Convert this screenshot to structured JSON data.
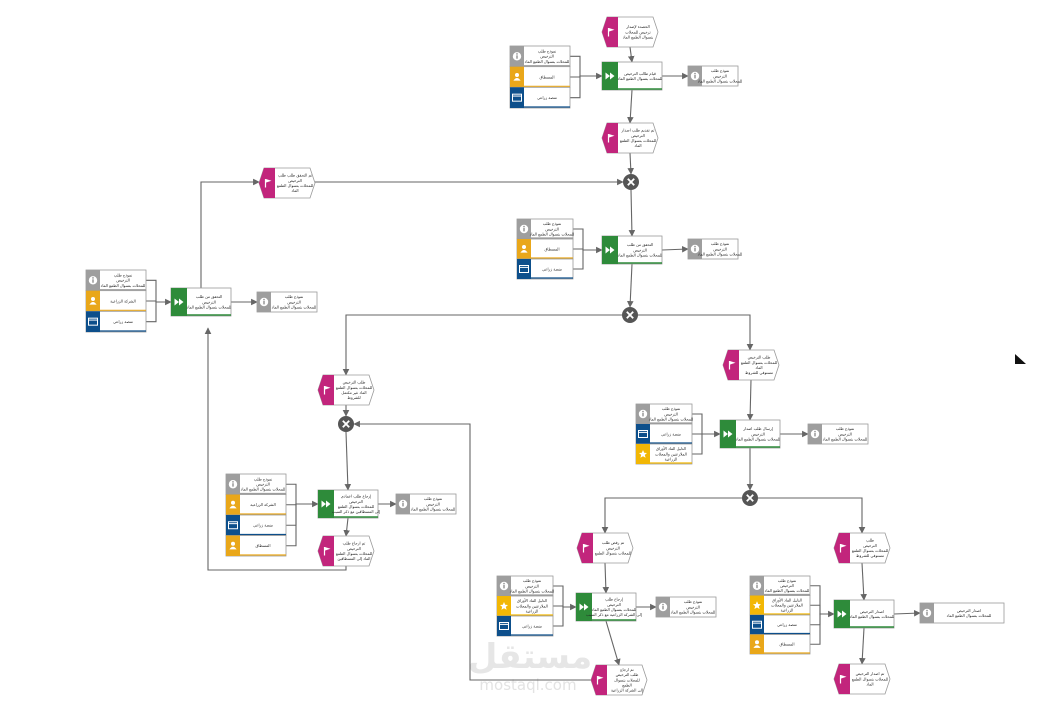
{
  "colors": {
    "event": "#c2257c",
    "function": "#2e8b3a",
    "info": "#9e9e9e",
    "org": "#e9a71a",
    "system": "#0d4f8b",
    "product": "#f2b705",
    "connector": "#555555",
    "line": "#666666"
  },
  "icons": {
    "event": "flag-icon",
    "function": "fast-forward-icon",
    "info": "info-icon",
    "org": "person-icon",
    "system": "window-icon",
    "product": "star-icon",
    "xor": "close-icon"
  },
  "watermark": {
    "brand": "مستقل",
    "site": "mostaql.com"
  },
  "functions": [
    {
      "label": [
        "قيام طالب الترخيص",
        "للمحلات بتسوال الطمع الماد"
      ]
    },
    {
      "label": [
        "التحقق من طلب",
        "الترخيص",
        "للمحلات بتسوال الطمع الماد"
      ]
    },
    {
      "label": [
        "التحقق من طلب",
        "الترخيص",
        "للمحلات بتسوال الطمع الماد"
      ]
    },
    {
      "label": [
        "إرسال طلب اصدار",
        "الترخيص",
        "للمحلات بتسوال الطمع الماد"
      ]
    },
    {
      "label": [
        "إرجاع طلب اعمادي",
        "الترخيص",
        "للمحلات بتسوال الطمع",
        "إلى المسطاقين مع ذكر السبب"
      ]
    },
    {
      "label": [
        "إرجاع طلب",
        "الترخيص",
        "للمحلات بتسوال الطمع الماد",
        "إلى الشركة الزراعية مع ذكر السبب"
      ]
    },
    {
      "label": [
        "اصدار الترخيص",
        "للمحلات بتسوال الطمع الماد"
      ]
    }
  ],
  "events": [
    {
      "label": [
        "الحصدة لإصدار",
        "ترخيص للمحلات",
        "بتسوال الطمع الماد"
      ]
    },
    {
      "label": [
        "تم تقديم طلب اصدار",
        "الترخيص",
        "للمحلات بتسوال الطمع",
        "الماد"
      ]
    },
    {
      "label": [
        "تم التحقق طلب طلب",
        "الترخيص",
        "للمحلات بتسوال الطمع",
        "الماد"
      ]
    },
    {
      "label": [
        "طلب الترخيص",
        "للمحلات بتسوال الطمع",
        "الماد غير مكتمل",
        "للشروط"
      ]
    },
    {
      "label": [
        "طلب الترخيص",
        "للمحلات بتسوال الطمع",
        "الماد",
        "مستوفي للشروط"
      ]
    },
    {
      "label": [
        "تم ارجاع طلب",
        "الترخيص",
        "للمحلات بتسوال الطمع",
        "الماد إلى المسطاقين"
      ]
    },
    {
      "label": [
        "تم رفض طلب",
        "الترخيص",
        "للمحلات بتسوال الطمع"
      ]
    },
    {
      "label": [
        "طلب",
        "الترخيص",
        "للمحلات بتسوال الطمع",
        "مستوفي للشروط"
      ]
    },
    {
      "label": [
        "تم ارجاع",
        "طلب الترخيص",
        "للمحلات بتسوال",
        "الطمع",
        "إلى الشركة الزراعية"
      ]
    },
    {
      "label": [
        "تم اصدار الترخيص",
        "للمحلات بتسوال الطمع",
        "الماد"
      ]
    }
  ],
  "outputs": [
    {
      "label": [
        "نموذج طلب",
        "الترخيص",
        "للمحلات بتسوال الطمع الماد"
      ]
    },
    {
      "label": [
        "نموذج طلب",
        "الترخيص",
        "للمحلات بتسوال الطمع الماد"
      ]
    },
    {
      "label": [
        "نموذج طلب",
        "الترخيص",
        "للمحلات بتسوال الطمع الماد"
      ]
    },
    {
      "label": [
        "نموذج طلب",
        "الترخيص",
        "للمحلات بتسوال الطمع الماد"
      ]
    },
    {
      "label": [
        "نموذج طلب",
        "الترخيص",
        "للمحلات بتسوال الطمع الماد"
      ]
    },
    {
      "label": [
        "نموذج طلب",
        "الترخيص",
        "للمحلات بتسوال الطمع الماد"
      ]
    },
    {
      "label": [
        "اصدار الترخيص",
        "للمحلات بتسوال الطمع الماد"
      ]
    }
  ],
  "resource_groups": [
    {
      "items": [
        {
          "kind": "info",
          "label": [
            "نموذج طلب",
            "الترخيص",
            "للمحلات بتسوال الطمع الماد"
          ]
        },
        {
          "kind": "org",
          "label": [
            "المسطاق"
          ]
        },
        {
          "kind": "system",
          "label": [
            "منصة زراعي"
          ]
        }
      ]
    },
    {
      "items": [
        {
          "kind": "info",
          "label": [
            "نموذج طلب",
            "الترخيص",
            "للمحلات بتسوال الطمع الماد"
          ]
        },
        {
          "kind": "org",
          "label": [
            "المسطاق"
          ]
        },
        {
          "kind": "system",
          "label": [
            "منصة زراعي"
          ]
        }
      ]
    },
    {
      "items": [
        {
          "kind": "info",
          "label": [
            "نموذج طلب",
            "الترخيص",
            "للمحلات بتسوال الطمع الماد"
          ]
        },
        {
          "kind": "org",
          "label": [
            "الشركة الزراعية"
          ]
        },
        {
          "kind": "system",
          "label": [
            "منصة زراعي"
          ]
        }
      ]
    },
    {
      "items": [
        {
          "kind": "info",
          "label": [
            "نموذج طلب",
            "الترخيص",
            "للمحلات بتسوال الطمع الماد"
          ]
        },
        {
          "kind": "system",
          "label": [
            "منصة زراعي"
          ]
        },
        {
          "kind": "product",
          "label": [
            "الدليل الماد الأوراق",
            "الملارعنين والمحلات",
            "الزراعية"
          ]
        }
      ]
    },
    {
      "items": [
        {
          "kind": "info",
          "label": [
            "نموذج طلب",
            "الترخيص",
            "للمحلات بتسوال الطمع الماد"
          ]
        },
        {
          "kind": "org",
          "label": [
            "الشركة الزراعية"
          ]
        },
        {
          "kind": "system",
          "label": [
            "منصة زراعي"
          ]
        },
        {
          "kind": "org",
          "label": [
            "المسطاق"
          ]
        }
      ]
    },
    {
      "items": [
        {
          "kind": "info",
          "label": [
            "نموذج طلب",
            "الترخيص",
            "للمحلات بتسوال الطمع الماد"
          ]
        },
        {
          "kind": "product",
          "label": [
            "الدليل الماد الأوراق",
            "الملارعنين والمحلات",
            "الزراعية"
          ]
        },
        {
          "kind": "system",
          "label": [
            "منصة زراعي"
          ]
        }
      ]
    },
    {
      "items": [
        {
          "kind": "info",
          "label": [
            "نموذج طلب",
            "الترخيص",
            "للمحلات بتسوال الطمع الماد"
          ]
        },
        {
          "kind": "product",
          "label": [
            "الدليل الماد الأوراق",
            "الملارعنين والمحلات",
            "الزراعية"
          ]
        },
        {
          "kind": "system",
          "label": [
            "منصة زراعي"
          ]
        },
        {
          "kind": "org",
          "label": [
            "المسطاق"
          ]
        }
      ]
    }
  ]
}
